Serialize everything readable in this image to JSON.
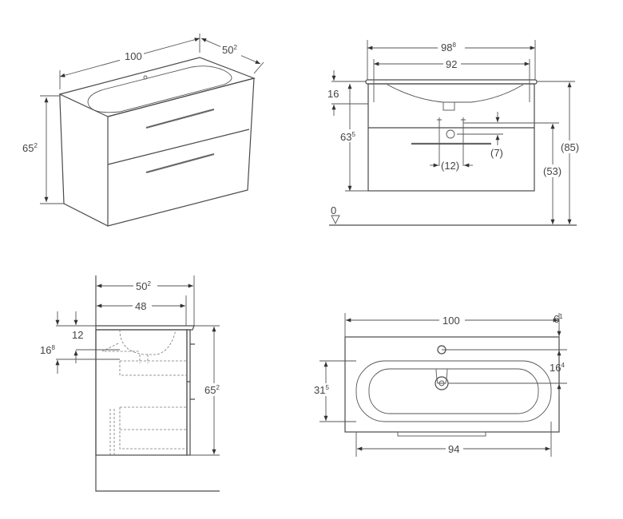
{
  "iso_view": {
    "width": {
      "main": "100",
      "sup": ""
    },
    "depth": {
      "main": "50",
      "sup": "2"
    },
    "height": {
      "main": "65",
      "sup": "2"
    }
  },
  "front_view": {
    "outer_width": {
      "main": "98",
      "sup": "8"
    },
    "inner_width": {
      "main": "92",
      "sup": ""
    },
    "top_thickness": {
      "main": "16",
      "sup": ""
    },
    "cabinet_height": {
      "main": "63",
      "sup": "5"
    },
    "drain_offset": {
      "main": "(7)",
      "sup": ""
    },
    "tap_spacing": {
      "main": "(12)",
      "sup": ""
    },
    "drain_height": {
      "main": "(53)",
      "sup": ""
    },
    "total_height": {
      "main": "(85)",
      "sup": ""
    },
    "floor_level": {
      "main": "0",
      "sup": ""
    }
  },
  "side_view": {
    "depth_total": {
      "main": "50",
      "sup": "2"
    },
    "depth_body": {
      "main": "48",
      "sup": ""
    },
    "basin_depth": {
      "main": "16",
      "sup": "8"
    },
    "basin_inner": {
      "main": "12",
      "sup": ""
    },
    "height": {
      "main": "65",
      "sup": "2"
    }
  },
  "top_view": {
    "width": {
      "main": "100",
      "sup": ""
    },
    "tap_offset": {
      "main": "6",
      "sup": "1"
    },
    "drain_offset": {
      "main": "16",
      "sup": "4"
    },
    "basin_depth": {
      "main": "31",
      "sup": "5"
    },
    "basin_width": {
      "main": "94",
      "sup": ""
    }
  }
}
